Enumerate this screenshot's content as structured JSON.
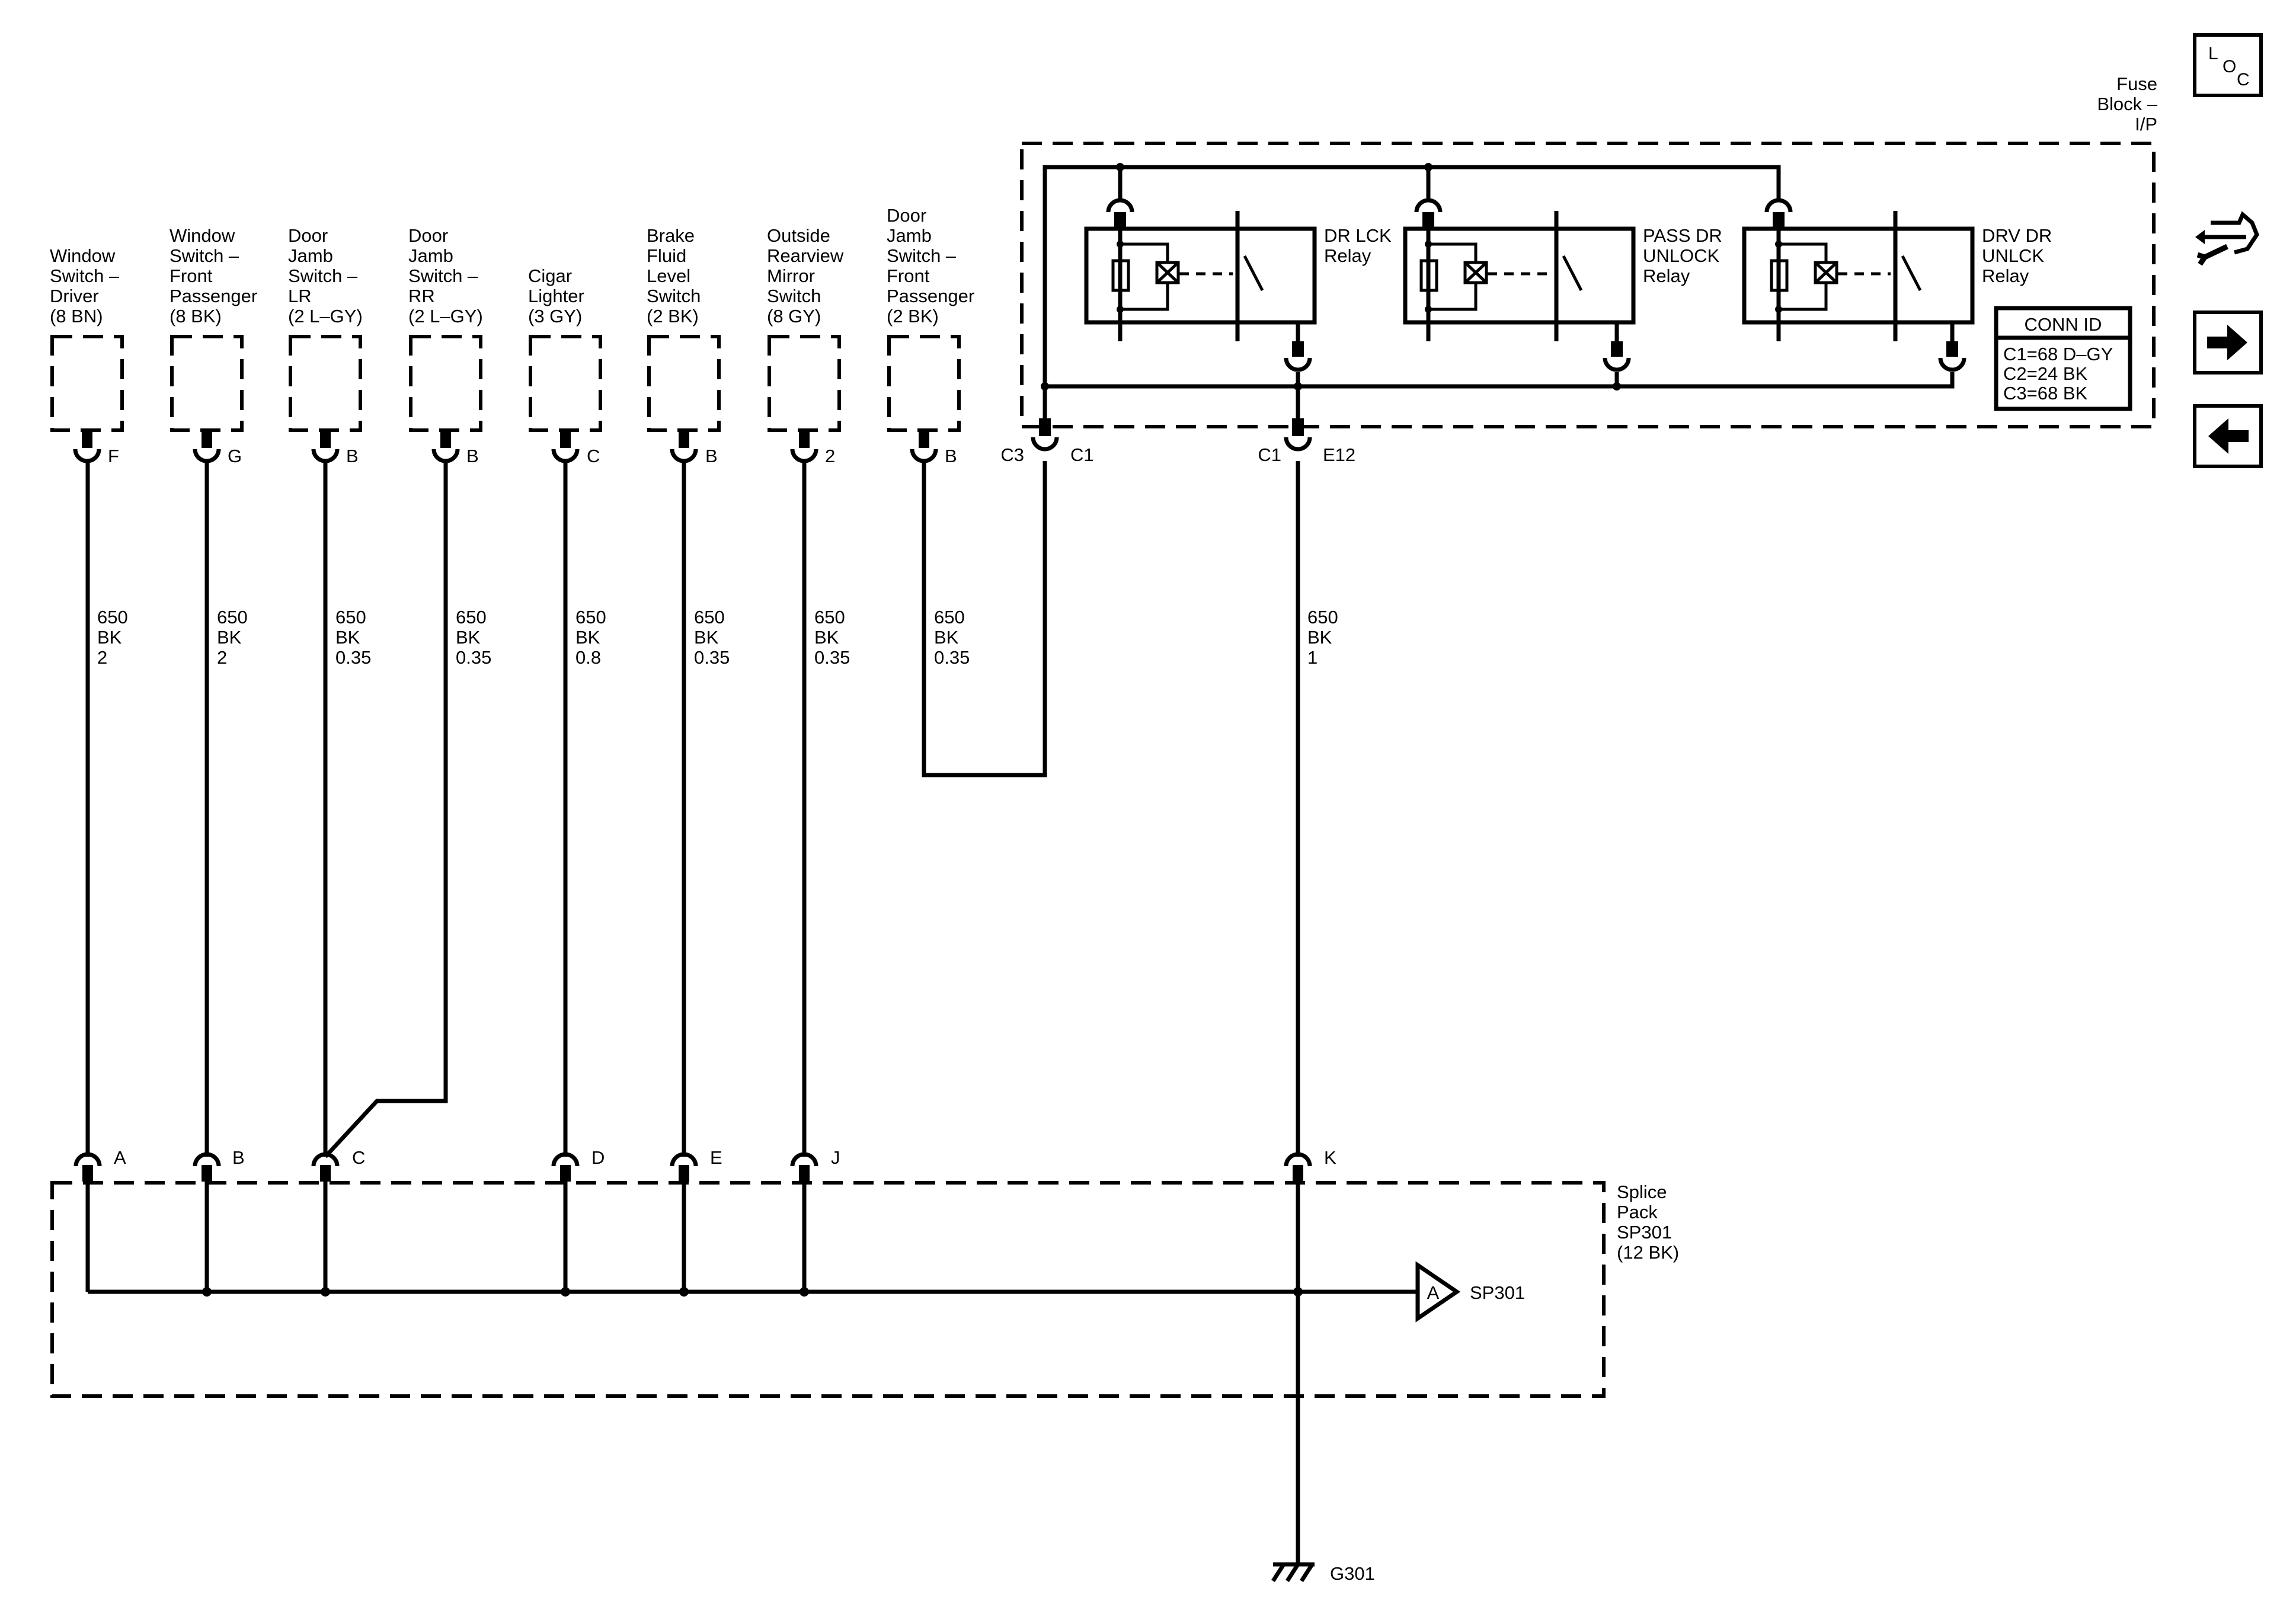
{
  "components": [
    {
      "id": "win-drv",
      "lines": [
        "Window",
        "Switch –",
        "Driver",
        "(8 BN)"
      ],
      "pin": "F"
    },
    {
      "id": "win-fp",
      "lines": [
        "Window",
        "Switch –",
        "Front",
        "Passenger",
        "(8 BK)"
      ],
      "pin": "G"
    },
    {
      "id": "dj-lr",
      "lines": [
        "Door",
        "Jamb",
        "Switch –",
        "LR",
        "(2 L–GY)"
      ],
      "pin": "B"
    },
    {
      "id": "dj-rr",
      "lines": [
        "Door",
        "Jamb",
        "Switch –",
        "RR",
        "(2 L–GY)"
      ],
      "pin": "B"
    },
    {
      "id": "cigar",
      "lines": [
        "Cigar",
        "Lighter",
        "(3 GY)"
      ],
      "pin": "C"
    },
    {
      "id": "brake",
      "lines": [
        "Brake",
        "Fluid",
        "Level",
        "Switch",
        "(2 BK)"
      ],
      "pin": "B"
    },
    {
      "id": "mirror",
      "lines": [
        "Outside",
        "Rearview",
        "Mirror",
        "Switch",
        "(8 GY)"
      ],
      "pin": "2"
    },
    {
      "id": "dj-fp",
      "lines": [
        "Door",
        "Jamb",
        "Switch –",
        "Front",
        "Passenger",
        "(2 BK)"
      ],
      "pin": "B"
    }
  ],
  "wires": [
    {
      "circuit": "650",
      "color": "BK",
      "size": "2"
    },
    {
      "circuit": "650",
      "color": "BK",
      "size": "2"
    },
    {
      "circuit": "650",
      "color": "BK",
      "size": "0.35"
    },
    {
      "circuit": "650",
      "color": "BK",
      "size": "0.35"
    },
    {
      "circuit": "650",
      "color": "BK",
      "size": "0.8"
    },
    {
      "circuit": "650",
      "color": "BK",
      "size": "0.35"
    },
    {
      "circuit": "650",
      "color": "BK",
      "size": "0.35"
    },
    {
      "circuit": "650",
      "color": "BK",
      "size": "0.35"
    },
    {
      "circuit": "650",
      "color": "BK",
      "size": "1"
    }
  ],
  "splice_pins": [
    "A",
    "B",
    "C",
    "D",
    "E",
    "J",
    "K"
  ],
  "fuse_block": {
    "title_lines": [
      "Fuse",
      "Block –",
      "I/P"
    ],
    "connector_c3": "C3",
    "connector_c1_left": "C1",
    "connector_c1_right": "C1",
    "pin_e12": "E12",
    "relays": [
      {
        "lines": [
          "DR LCK",
          "Relay"
        ]
      },
      {
        "lines": [
          "PASS DR",
          "UNLOCK",
          "Relay"
        ]
      },
      {
        "lines": [
          "DRV DR",
          "UNLCK",
          "Relay"
        ]
      }
    ],
    "conn_id": {
      "title": "CONN ID",
      "rows": [
        "C1=68 D–GY",
        "C2=24 BK",
        "C3=68 BK"
      ]
    }
  },
  "splice_pack": {
    "lines": [
      "Splice",
      "Pack",
      "SP301",
      "(12 BK)"
    ],
    "ref_letter": "A",
    "ref_label": "SP301"
  },
  "ground": "G301",
  "nav": {
    "loc_letters": [
      "L",
      "O",
      "C"
    ],
    "tool_icon": "connector-tool-icon",
    "next_icon": "arrow-right-icon",
    "prev_icon": "arrow-left-icon"
  }
}
